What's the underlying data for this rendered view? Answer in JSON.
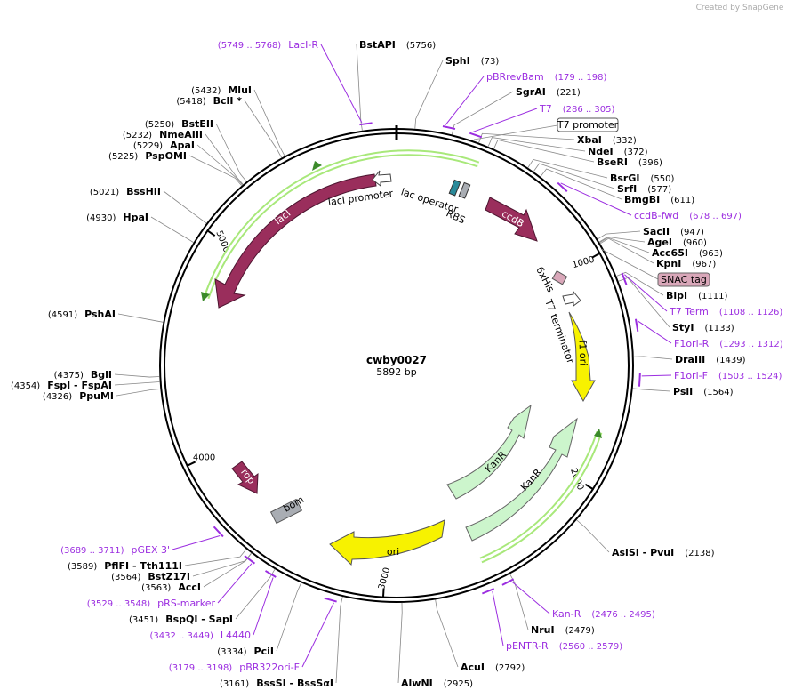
{
  "credit": "Created by SnapGene",
  "plasmid": {
    "name": "cwby0027",
    "length_label": "5892 bp",
    "length": 5892
  },
  "colors": {
    "primer": "#9b2de0",
    "crimson": "#9a2e5c",
    "yellow": "#f7f200",
    "mint": "#ccf5cc",
    "green": "#2e8c1e",
    "grey": "#a9adb3",
    "teal": "#2a8a9a",
    "pink": "#d9a7b9"
  },
  "ticks": [
    {
      "label": "1000"
    },
    {
      "label": "2000"
    },
    {
      "label": "3000"
    },
    {
      "label": "4000"
    },
    {
      "label": "5000"
    }
  ],
  "sites": [
    {
      "name": "BstAPI",
      "pos": "(5756)"
    },
    {
      "name": "SphI",
      "pos": "(73)"
    },
    {
      "name": "SgrAI",
      "pos": "(221)"
    },
    {
      "name": "XbaI",
      "pos": "(332)"
    },
    {
      "name": "NdeI",
      "pos": "(372)"
    },
    {
      "name": "BseRI",
      "pos": "(396)"
    },
    {
      "name": "BsrGI",
      "pos": "(550)"
    },
    {
      "name": "SrfI",
      "pos": "(577)"
    },
    {
      "name": "BmgBI",
      "pos": "(611)"
    },
    {
      "name": "SacII",
      "pos": "(947)"
    },
    {
      "name": "AgeI",
      "pos": "(960)"
    },
    {
      "name": "Acc65I",
      "pos": "(963)"
    },
    {
      "name": "KpnI",
      "pos": "(967)"
    },
    {
      "name": "BlpI",
      "pos": "(1111)"
    },
    {
      "name": "StyI",
      "pos": "(1133)"
    },
    {
      "name": "DraIII",
      "pos": "(1439)"
    },
    {
      "name": "PsiI",
      "pos": "(1564)"
    },
    {
      "name": "AsiSI  -  PvuI",
      "pos": "(2138)"
    },
    {
      "name": "NruI",
      "pos": "(2479)"
    },
    {
      "name": "AcuI",
      "pos": "(2792)"
    },
    {
      "name": "AlwNI",
      "pos": "(2925)"
    },
    {
      "name": "BssSI  -  BssSαI",
      "pos": "(3161)"
    },
    {
      "name": "PciI",
      "pos": "(3334)"
    },
    {
      "name": "BspQI  -  SapI",
      "pos": "(3451)"
    },
    {
      "name": "AccI",
      "pos": "(3563)"
    },
    {
      "name": "BstZ17I",
      "pos": "(3564)"
    },
    {
      "name": "PflFI  -  Tth111I",
      "pos": "(3589)"
    },
    {
      "name": "BglI",
      "pos": "(4375)"
    },
    {
      "name": "FspI  -  FspAI",
      "pos": "(4354)"
    },
    {
      "name": "PpuMI",
      "pos": "(4326)"
    },
    {
      "name": "PshAI",
      "pos": "(4591)"
    },
    {
      "name": "HpaI",
      "pos": "(4930)"
    },
    {
      "name": "BssHII",
      "pos": "(5021)"
    },
    {
      "name": "PspOMI",
      "pos": "(5225)"
    },
    {
      "name": "ApaI",
      "pos": "(5229)"
    },
    {
      "name": "NmeAIII",
      "pos": "(5232)"
    },
    {
      "name": "BstEII",
      "pos": "(5250)"
    },
    {
      "name": "BclI *",
      "pos": "(5418)"
    },
    {
      "name": "MluI",
      "pos": "(5432)"
    }
  ],
  "primers": [
    {
      "name": "LacI-R",
      "range": "(5749 .. 5768)"
    },
    {
      "name": "pBRrevBam",
      "range": "(179 .. 198)"
    },
    {
      "name": "T7",
      "range": "(286 .. 305)"
    },
    {
      "name": "ccdB-fwd",
      "range": "(678 .. 697)"
    },
    {
      "name": "T7 Term",
      "range": "(1108 .. 1126)"
    },
    {
      "name": "F1ori-R",
      "range": "(1293 .. 1312)"
    },
    {
      "name": "F1ori-F",
      "range": "(1503 .. 1524)"
    },
    {
      "name": "Kan-R",
      "range": "(2476 .. 2495)"
    },
    {
      "name": "pENTR-R",
      "range": "(2560 .. 2579)"
    },
    {
      "name": "pBR322ori-F",
      "range": "(3179 .. 3198)"
    },
    {
      "name": "L4440",
      "range": "(3432 .. 3449)"
    },
    {
      "name": "pRS-marker",
      "range": "(3529 .. 3548)"
    },
    {
      "name": "pGEX 3'",
      "range": "(3689 .. 3711)"
    }
  ],
  "boxed_features": [
    {
      "name": "T7 promoter"
    },
    {
      "name": "SNAC tag"
    }
  ],
  "features": [
    {
      "name": "lacI"
    },
    {
      "name": "lacI promoter"
    },
    {
      "name": "lac operator"
    },
    {
      "name": "RBS"
    },
    {
      "name": "ccdB"
    },
    {
      "name": "6xHis"
    },
    {
      "name": "T7 terminator"
    },
    {
      "name": "f1 ori"
    },
    {
      "name": "KanR"
    },
    {
      "name": "KanR"
    },
    {
      "name": "ori"
    },
    {
      "name": "bom"
    },
    {
      "name": "rop"
    }
  ]
}
